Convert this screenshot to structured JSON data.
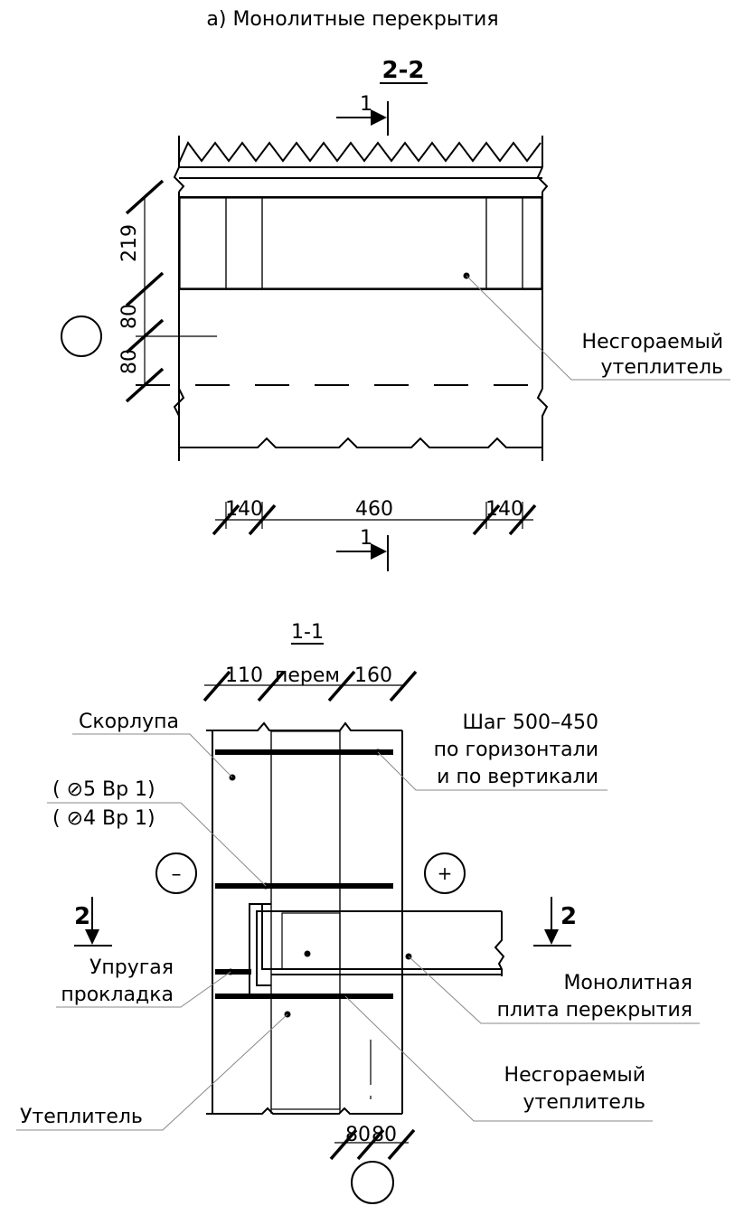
{
  "title": "а) Монолитные перекрытия",
  "section_2": {
    "label": "2-2",
    "cut_marker": "1",
    "dim_vertical": [
      "219",
      "80",
      "80"
    ],
    "dim_horizontal": [
      "140",
      "460",
      "140"
    ],
    "callout": [
      "Несгораемый",
      "утеплитель"
    ]
  },
  "section_1": {
    "label": "1-1",
    "dim_top": [
      "110",
      "перем",
      "160"
    ],
    "dim_bottom": [
      "80",
      "80"
    ],
    "cut_marker": "2",
    "signs": {
      "minus": "–",
      "plus": "+"
    },
    "labels": {
      "shell": "Скорлупа",
      "step": [
        "Шаг 500–450",
        "по горизонтали",
        "и по вертикали"
      ],
      "rebar_1": "( ⊘5 Вр 1)",
      "rebar_2": "( ⊘4 Вр 1)",
      "elastic": [
        "Упругая",
        "прокладка"
      ],
      "slab": [
        "Монолитная",
        "плита перекрытия"
      ],
      "fireproof": [
        "Несгораемый",
        "утеплитель"
      ],
      "insulation": "Утеплитель"
    }
  }
}
